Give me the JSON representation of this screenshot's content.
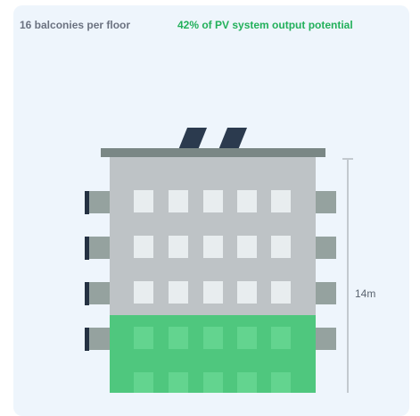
{
  "stats": {
    "balconies_per_floor": "16 balconies per floor",
    "pv_output_potential": "42% of PV system output potential"
  },
  "diagram": {
    "height_label": "14m"
  },
  "colors": {
    "card_background": "#eef5fc",
    "stat_text_gray": "#6b7280",
    "accent_green": "#22b05a",
    "solar_panel": "#2b3a4e",
    "roof": "#7a8785",
    "building_wall": "#bec3c6",
    "window": "#e8edef",
    "balcony": "#95a29f",
    "balcony_rail": "#243142",
    "pv_zone": "#4fc77e",
    "pv_window": "#63d48f",
    "dimension_line": "#c3c9cf",
    "label_text": "#5a6470"
  }
}
